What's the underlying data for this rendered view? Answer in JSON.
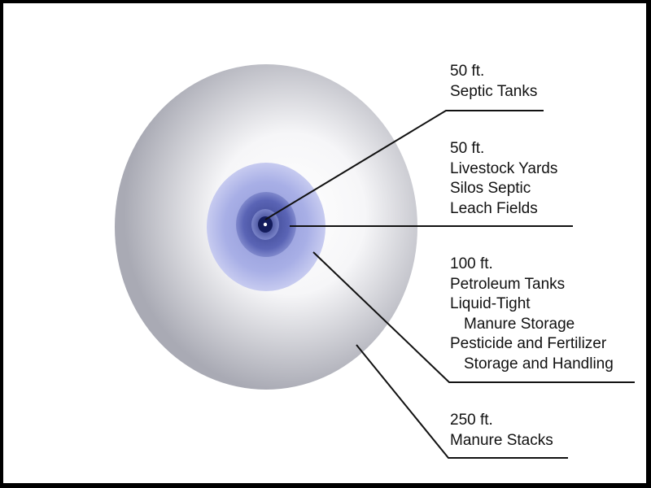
{
  "colors": {
    "frame": "#000000",
    "background": "#ffffff",
    "zone_outer": "#a9aab4",
    "zone_second": "#9aa3e2",
    "zone_third": "#5a64b5",
    "zone_core": "#141c5c",
    "leader": "#111111",
    "text": "#111111"
  },
  "icons": {
    "wellhead": "well-center-dot-icon"
  },
  "zones": [
    {
      "distance": "50 ft.",
      "lines": [
        "Septic Tanks"
      ]
    },
    {
      "distance": "50 ft.",
      "lines": [
        "Livestock Yards",
        "Silos Septic",
        "Leach Fields"
      ]
    },
    {
      "distance": "100 ft.",
      "lines": [
        "Petroleum Tanks",
        "Liquid-Tight",
        "Manure Storage",
        "Pesticide and Fertilizer",
        "Storage and Handling"
      ]
    },
    {
      "distance": "250 ft.",
      "lines": [
        "Manure Stacks"
      ]
    }
  ]
}
